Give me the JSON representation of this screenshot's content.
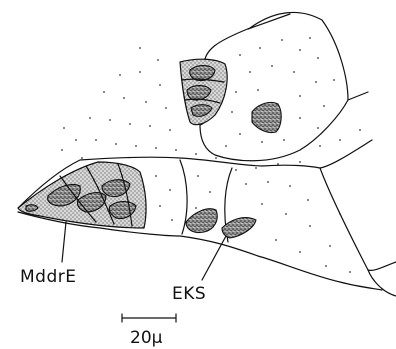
{
  "labels": {
    "left_cell": "MddrE",
    "middle_cell": "EKS"
  },
  "scale_bar": {
    "text": "20μ"
  },
  "colors": {
    "ink": "#111111",
    "background": "#ffffff"
  }
}
